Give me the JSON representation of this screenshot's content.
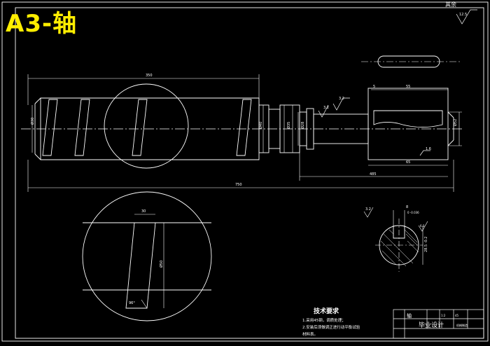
{
  "badge": "A3-轴",
  "top_right_note": "其余",
  "roughness_general": "12.5",
  "dims": {
    "length_top": "350",
    "length_bottom": "750",
    "length_right": "485",
    "left_dia": "Ø30",
    "key_len": "55",
    "key_pos": "5",
    "seg_len": "65",
    "right_dia": "Ø52",
    "d1": "Ø40",
    "d2": "Ø35",
    "d3": "Ø28",
    "ra1": "3.2",
    "ra2": "3.2",
    "ra3": "1.6",
    "ra4": "6.3",
    "helix_width": "30",
    "helix_dia": "Ø50",
    "helix_angle": "96°",
    "sec_ra": "3.2",
    "sec_key": "8",
    "sec_tol": "0 -0.036",
    "sec_dim": "28.5 -0.2"
  },
  "notes": {
    "title": "技术要求",
    "line1": "1.采用45钢，调质处理；",
    "line2": "2.安装后须做调正进行动平衡试验",
    "line3": "材料表。"
  },
  "title_block": {
    "part": "轴",
    "scale": "1:2",
    "qty": "45",
    "design": "毕业设计",
    "school": "机械制造"
  }
}
